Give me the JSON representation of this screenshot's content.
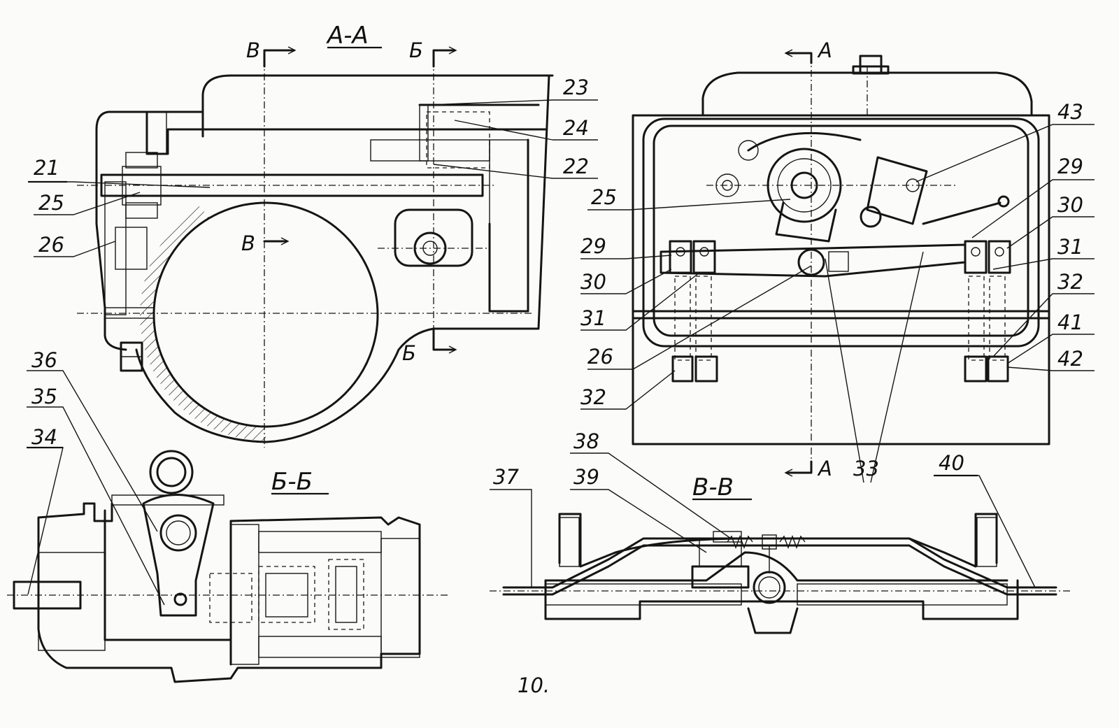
{
  "sections": {
    "aa": "А-А",
    "bb": "Б-Б",
    "vv": "В-В"
  },
  "cut_marks": {
    "v_top": "В",
    "b_top": "Б",
    "v_mid": "В",
    "b_bottom": "Б",
    "a_top": "А",
    "a_bottom": "А"
  },
  "callouts": [
    "21",
    "22",
    "23",
    "24",
    "25",
    "26",
    "29",
    "30",
    "31",
    "32",
    "33",
    "34",
    "35",
    "36",
    "37",
    "38",
    "39",
    "40",
    "41",
    "42",
    "43"
  ],
  "labels": {
    "c21": "21",
    "c25a": "25",
    "c26a": "26",
    "c23": "23",
    "c24": "24",
    "c22": "22",
    "c43": "43",
    "c29a": "29",
    "c30a": "30",
    "c31a": "31",
    "c32a": "32",
    "c41": "41",
    "c42": "42",
    "c25b": "25",
    "c29b": "29",
    "c30b": "30",
    "c31b": "31",
    "c26b": "26",
    "c32b": "32",
    "c36": "36",
    "c35": "35",
    "c34": "34",
    "c37": "37",
    "c39": "39",
    "c38": "38",
    "c40": "40",
    "c33": "33"
  },
  "page_number": "10."
}
